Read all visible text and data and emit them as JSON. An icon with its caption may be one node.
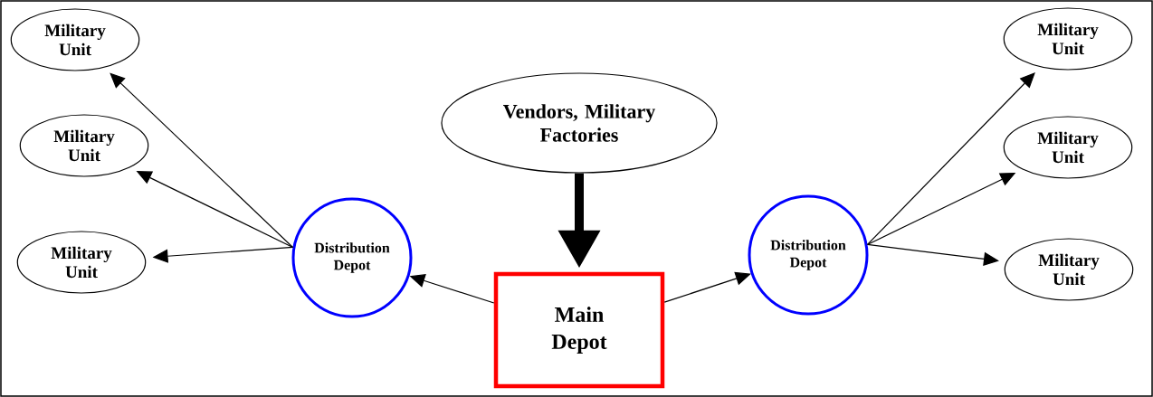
{
  "diagram": {
    "nodes": [
      {
        "text": [
          "Military Unit"
        ]
      },
      {
        "text": [
          "Military Unit"
        ]
      },
      {
        "text": [
          "Military Unit"
        ]
      },
      {
        "text": [
          "Vendors, Military Factories"
        ]
      },
      {
        "text": [
          "Distribution Depot"
        ]
      },
      {
        "text": [
          "Main Depot"
        ]
      },
      {
        "text": [
          "Distribution Depot"
        ]
      },
      {
        "text": [
          "Military Unit"
        ]
      },
      {
        "text": [
          "Military Unit"
        ]
      },
      {
        "text": [
          "Military Unit"
        ]
      }
    ],
    "edges": [
      {
        "from": 3,
        "to": 5,
        "arrow": "to",
        "style": "thick"
      },
      {
        "from": 5,
        "to": 4,
        "arrow": "to"
      },
      {
        "from": 5,
        "to": 6,
        "arrow": "to"
      },
      {
        "from": 4,
        "to": 0,
        "arrow": "to"
      },
      {
        "from": 4,
        "to": 1,
        "arrow": "to"
      },
      {
        "from": 4,
        "to": 2,
        "arrow": "to"
      },
      {
        "from": 6,
        "to": 7,
        "arrow": "to"
      },
      {
        "from": 6,
        "to": 8,
        "arrow": "to"
      },
      {
        "from": 6,
        "to": 9,
        "arrow": "to"
      }
    ]
  }
}
